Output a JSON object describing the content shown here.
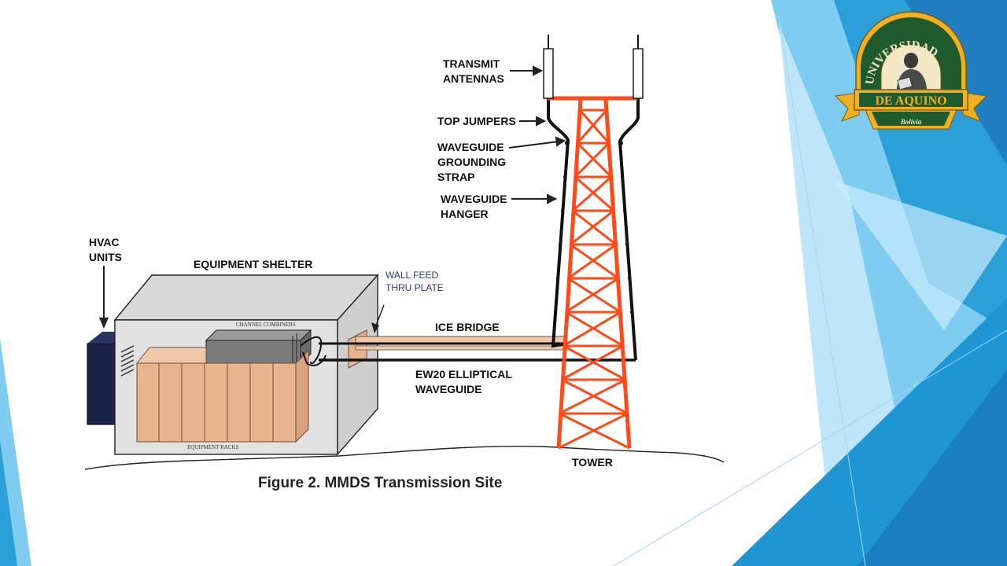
{
  "labels": {
    "transmit_antennas_1": "TRANSMIT",
    "transmit_antennas_2": "ANTENNAS",
    "top_jumpers": "TOP JUMPERS",
    "grounding_1": "WAVEGUIDE",
    "grounding_2": "GROUNDING",
    "grounding_3": "STRAP",
    "hanger_1": "WAVEGUIDE",
    "hanger_2": "HANGER",
    "hvac_1": "HVAC",
    "hvac_2": "UNITS",
    "equipment_shelter": "EQUIPMENT SHELTER",
    "wall_feed_1": "WALL FEED",
    "wall_feed_2": "THRU PLATE",
    "ice_bridge": "ICE BRIDGE",
    "waveguide_1": "EW20 ELLIPTICAL",
    "waveguide_2": "WAVEGUIDE",
    "tower": "TOWER",
    "channel_combiners": "CHANNEL COMBINERS",
    "equipment_racks": "EQUIPMENT RACKS"
  },
  "caption": "Figure 2. MMDS Transmission Site",
  "logo": {
    "top_text": "UNIVERSIDAD",
    "banner_text": "DE AQUINO",
    "sub_text": "Bolivia"
  },
  "colors": {
    "tower": "#ff4a1a",
    "rack_fill": "#e7b48d",
    "shelter": "#e2e2e2",
    "accent_blue": "#2a9fd8",
    "logo_green": "#1e5a2c",
    "logo_gold": "#f0b020"
  }
}
